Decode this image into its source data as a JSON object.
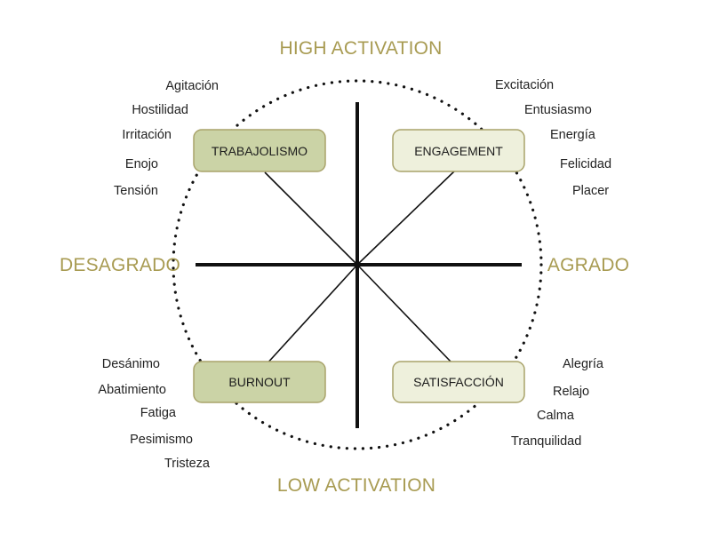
{
  "axes": {
    "top": "HIGH ACTIVATION",
    "bottom": "LOW ACTIVATION",
    "left": "DESAGRADO",
    "right": "AGRADO"
  },
  "quadrants": {
    "top_left": {
      "label": "TRABAJOLISMO",
      "fill": "#cbd3a6",
      "emotions": [
        "Agitación",
        "Hostilidad",
        "Irritación",
        "Enojo",
        "Tensión"
      ]
    },
    "top_right": {
      "label": "ENGAGEMENT",
      "fill": "#eef0dc",
      "emotions": [
        "Excitación",
        "Entusiasmo",
        "Energía",
        "Felicidad",
        "Placer"
      ]
    },
    "bottom_left": {
      "label": "BURNOUT",
      "fill": "#cbd3a6",
      "emotions": [
        "Desánimo",
        "Abatimiento",
        "Fatiga",
        "Pesimismo",
        "Tristeza"
      ]
    },
    "bottom_right": {
      "label": "SATISFACCIÓN",
      "fill": "#eef0dc",
      "emotions": [
        "Alegría",
        "Relajo",
        "Calma",
        "Tranquilidad"
      ]
    }
  },
  "colors": {
    "axis_title": "#a89b52",
    "box_stroke": "#a9a36a",
    "line": "#111111"
  }
}
